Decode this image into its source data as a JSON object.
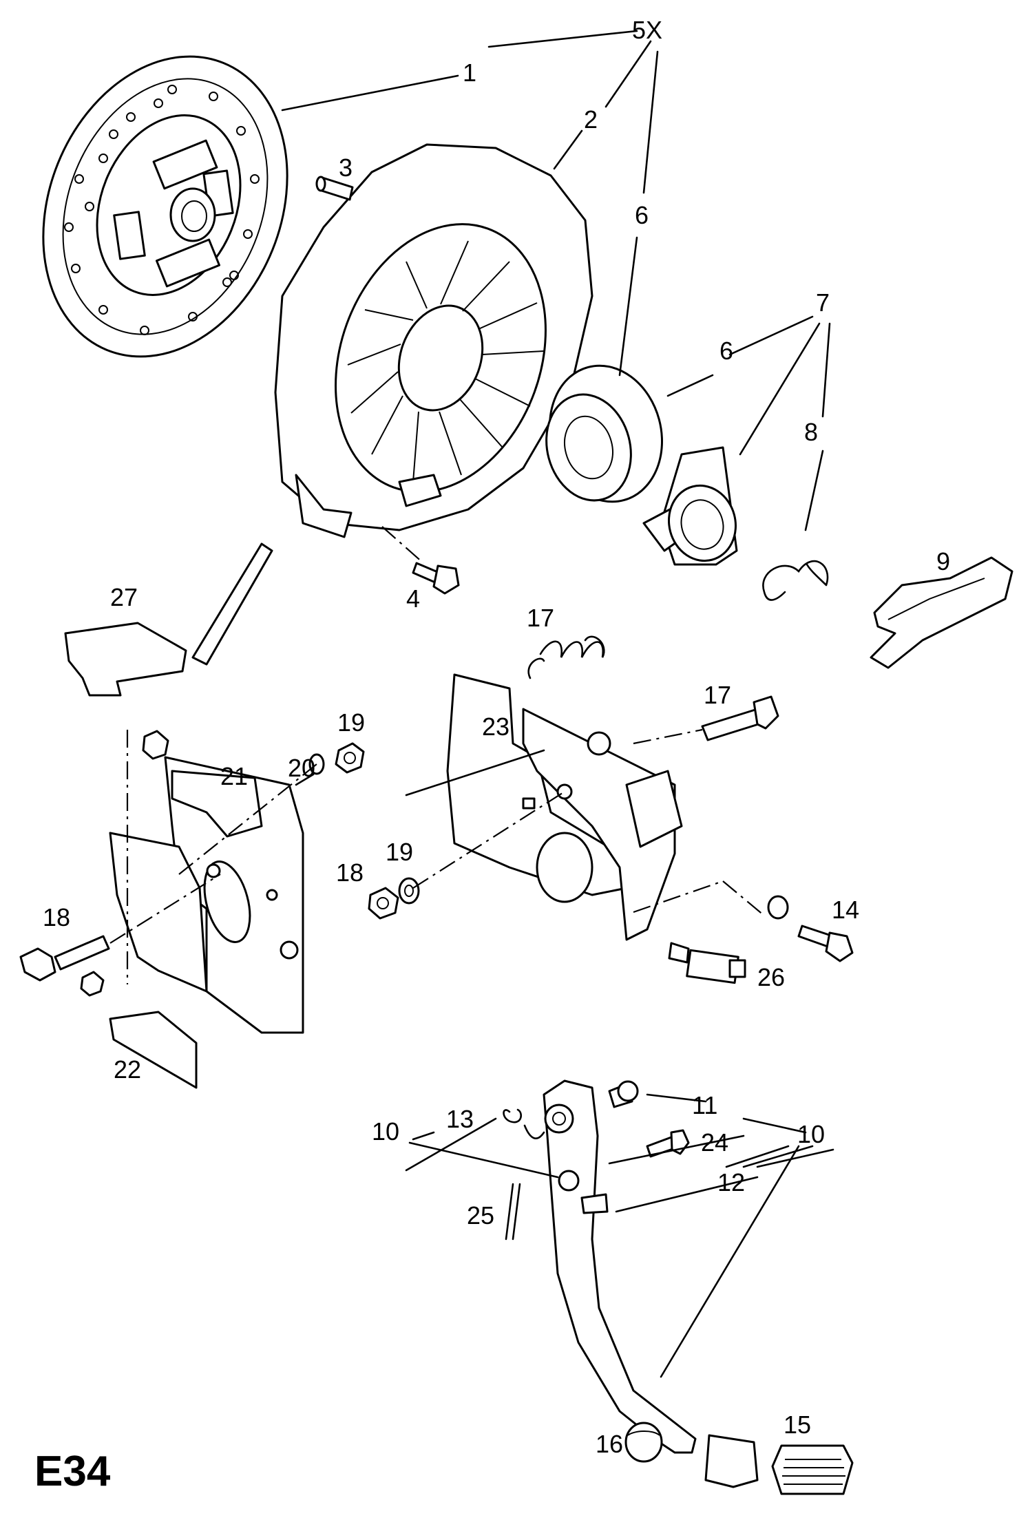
{
  "diagram": {
    "code": "E34",
    "callouts": [
      "1",
      "5X",
      "2",
      "3",
      "6",
      "6",
      "7",
      "8",
      "9",
      "4",
      "27",
      "17",
      "17",
      "23",
      "21",
      "20",
      "19",
      "19",
      "18",
      "18",
      "14",
      "26",
      "22",
      "10",
      "13",
      "11",
      "10",
      "24",
      "12",
      "25",
      "15",
      "16"
    ]
  },
  "colors": {
    "ink": "#000000",
    "paper": "#ffffff"
  }
}
